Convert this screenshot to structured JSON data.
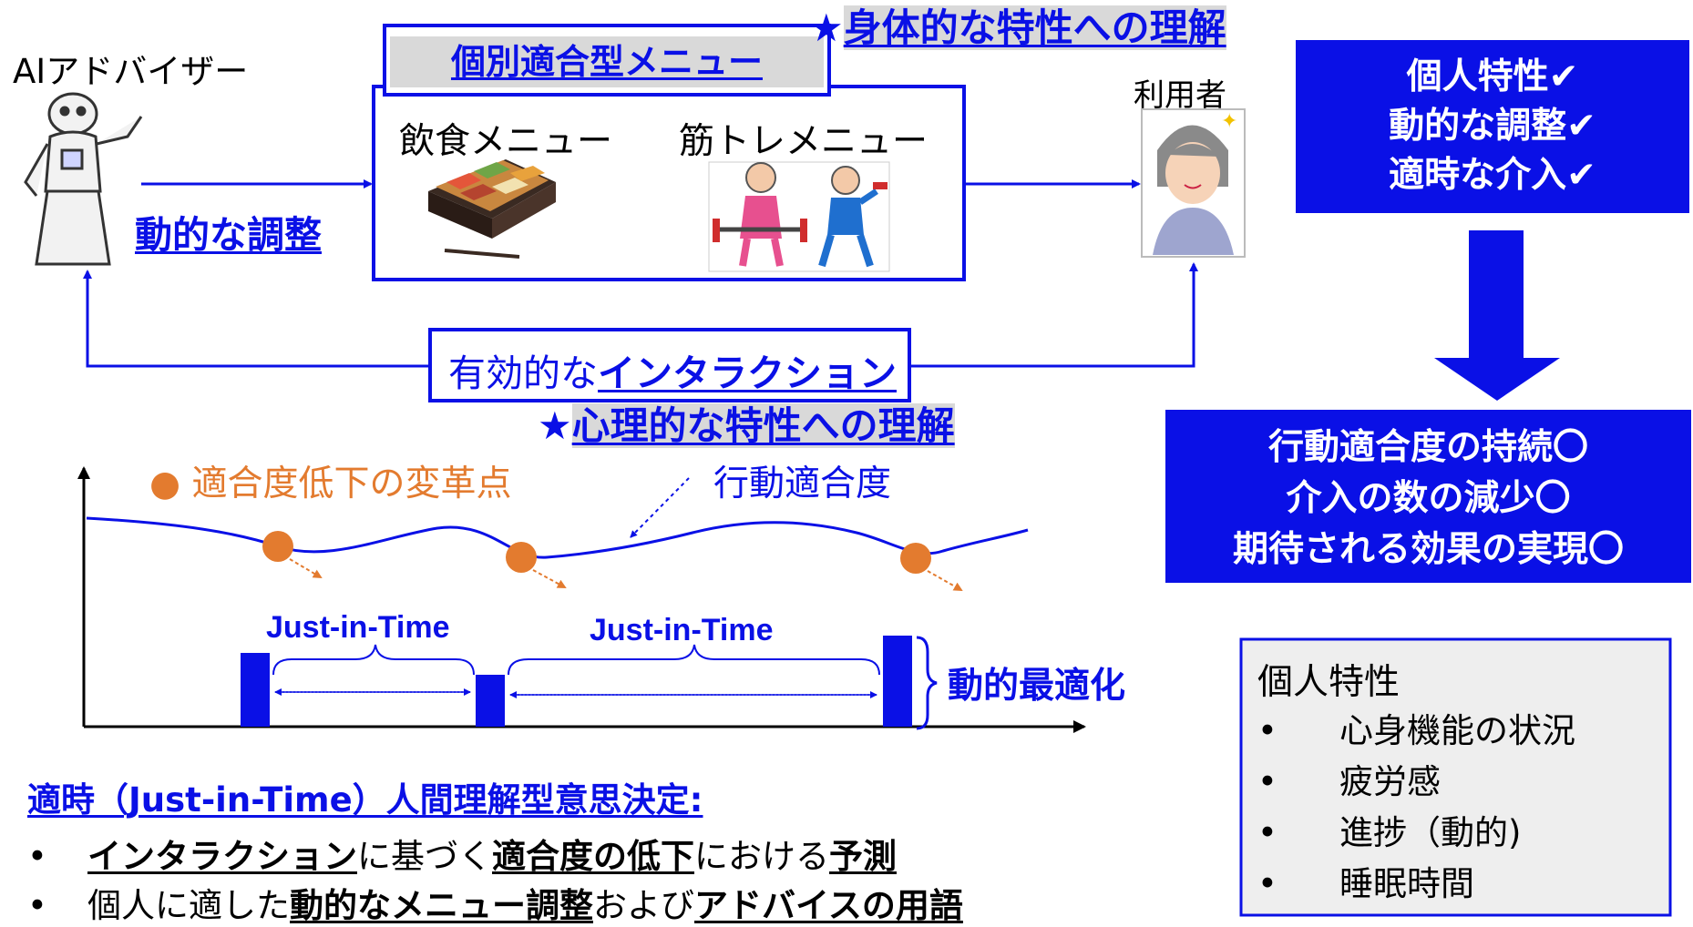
{
  "top": {
    "ai_advisor": "AIアドバイザー",
    "menu_title": "個別適合型メニュー",
    "physical_prefix": "★",
    "physical_label": "身体的な特性への理解",
    "food_menu": "飲食メニュー",
    "training_menu": "筋トレメニュー",
    "dynamic_adjust": "動的な調整",
    "user": "利用者",
    "interaction_prefix": "有効的な",
    "interaction_link": "インタラクション",
    "psych_prefix": "★",
    "psych_label": "心理的な特性への理解"
  },
  "right": {
    "box1_lines": [
      "個人特性✔",
      "動的な調整✔",
      "適時な介入✔"
    ],
    "box2_lines": [
      "行動適合度の持続〇",
      "介入の数の減少〇",
      "期待される効果の実現〇"
    ],
    "traits_title": "個人特性",
    "traits_items": [
      "心身機能の状況",
      "疲労感",
      "進捗（動的)",
      "睡眠時間"
    ],
    "bullet": "•"
  },
  "graph": {
    "legend_dot": "●",
    "legend_text": "適合度低下の変革点",
    "curve_label": "行動適合度",
    "jit_1": "Just-in-Time",
    "jit_2": "Just-in-Time",
    "dynamic_opt": "動的最適化"
  },
  "bottom": {
    "heading": "適時（Just-in-Time）人間理解型意思決定:",
    "bullet": "•",
    "line1": [
      {
        "text": "インタラクション",
        "style": "ub"
      },
      {
        "text": "に基づく",
        "style": "n"
      },
      {
        "text": "適合度の低下",
        "style": "ub"
      },
      {
        "text": "における",
        "style": "n"
      },
      {
        "text": "予測",
        "style": "ub"
      }
    ],
    "line2": [
      {
        "text": "個人に適した",
        "style": "n"
      },
      {
        "text": "動的なメニュー調整",
        "style": "ub"
      },
      {
        "text": "および",
        "style": "n"
      },
      {
        "text": "アドバイスの用語",
        "style": "ub"
      }
    ]
  },
  "colors": {
    "accent_blue": "#0a10e6",
    "orange": "#e37b2f",
    "highlight_gray": "#d9d9d9"
  }
}
